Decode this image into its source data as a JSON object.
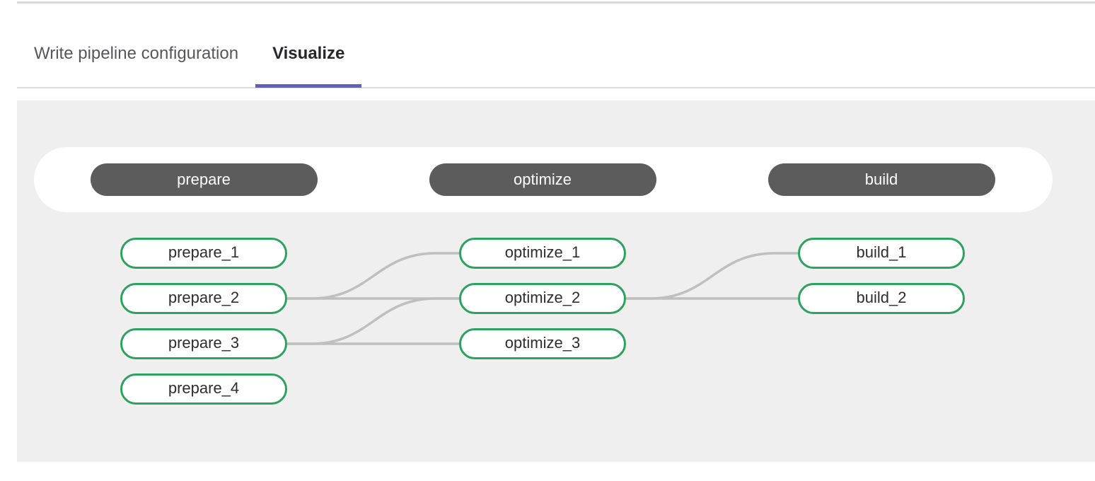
{
  "tabs": [
    {
      "label": "Write pipeline configuration",
      "active": false
    },
    {
      "label": "Visualize",
      "active": true
    }
  ],
  "colors": {
    "active_tab_underline": "#6060ba",
    "stage_pill_background": "#5c5c5c",
    "job_pill_border_green": "#2da160",
    "link_line_gray": "#bfbfbf",
    "graph_panel_background": "#efefef"
  },
  "pipeline": {
    "stages": [
      {
        "name": "prepare",
        "jobs": [
          "prepare_1",
          "prepare_2",
          "prepare_3",
          "prepare_4"
        ]
      },
      {
        "name": "optimize",
        "jobs": [
          "optimize_1",
          "optimize_2",
          "optimize_3"
        ]
      },
      {
        "name": "build",
        "jobs": [
          "build_1",
          "build_2"
        ]
      }
    ],
    "edges": [
      {
        "from": "prepare_2",
        "to": "optimize_1"
      },
      {
        "from": "prepare_2",
        "to": "optimize_2"
      },
      {
        "from": "prepare_3",
        "to": "optimize_2"
      },
      {
        "from": "prepare_3",
        "to": "optimize_3"
      },
      {
        "from": "optimize_2",
        "to": "build_1"
      },
      {
        "from": "optimize_2",
        "to": "build_2"
      }
    ]
  }
}
